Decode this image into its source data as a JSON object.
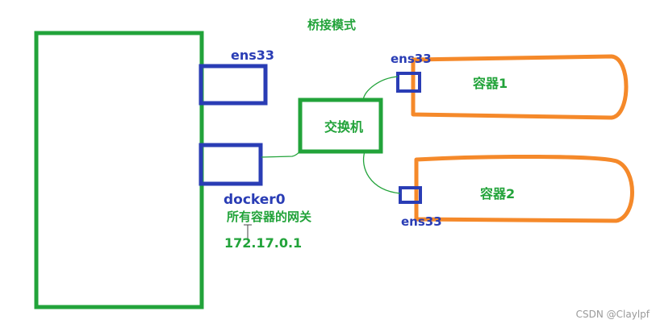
{
  "title": "桥接模式",
  "host_interface_label": "ens33",
  "bridge_interface_label": "docker0",
  "gateway_note": "所有容器的网关",
  "gateway_ip": "172.17.0.1",
  "switch_label": "交换机",
  "containers": [
    {
      "label": "容器1",
      "interface_label": "ens33"
    },
    {
      "label": "容器2",
      "interface_label": "ens33"
    }
  ],
  "watermark": "CSDN @Claylpf",
  "colors": {
    "green": "#22a33a",
    "blue": "#2a3db5",
    "orange": "#f5892a",
    "gray": "#9a9a9a"
  }
}
